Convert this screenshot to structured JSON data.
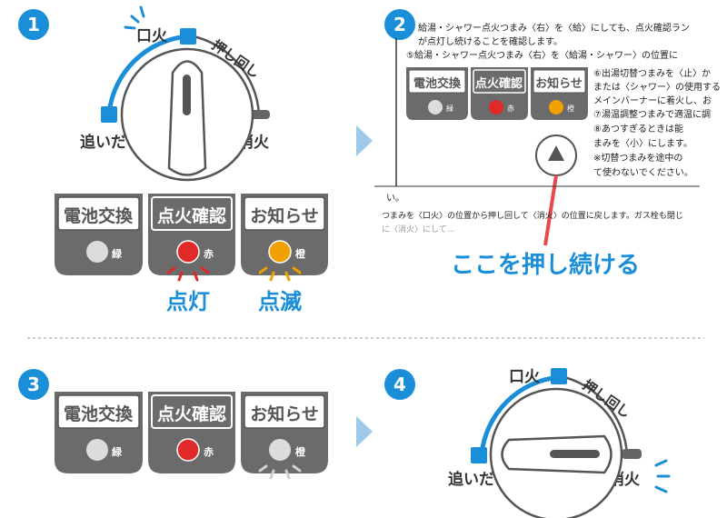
{
  "steps": {
    "s1": {
      "number": "1"
    },
    "s2": {
      "number": "2"
    },
    "s3": {
      "number": "3"
    },
    "s4": {
      "number": "4"
    }
  },
  "knob": {
    "label_top": "口火",
    "label_arc": "押し回し",
    "label_left": "追いだき",
    "label_right": "消火"
  },
  "panel": {
    "btn1": "電池交換",
    "btn2": "点火確認",
    "btn3": "お知らせ",
    "led1_color_text": "緑",
    "led2_color_text": "赤",
    "led3_color_text": "橙"
  },
  "status": {
    "lit": "点灯",
    "blink": "点滅"
  },
  "manual": {
    "line1": "給湯・シャワー点火つまみ〈右〉を〈給〉にしても、点火確認ラン",
    "line2": "が点灯し続けることを確認します。",
    "line3": "⑤給湯・シャワー点火つまみ〈右〉を〈給湯・シャワー〉の位置に",
    "r1": "⑥出湯切替つまみを〈止〉か",
    "r2": "または〈シャワー〉の使用する",
    "r3": "メインバーナーに着火し、お",
    "r4": "⑦湯温調整つまみで適温に調",
    "r5": "⑧あつすぎるときは能",
    "r6": "まみを〈小〉にします。",
    "r7": "※切替つまみを途中の",
    "r8": "て使わないでください。",
    "b0": "い。",
    "b1": "つまみを〈口火〉の位置から押し回して〈消火〉の位置に戻します。ガス栓も閉じ",
    "b2": "に〈消火〉にして..."
  },
  "callout": "ここを押し続ける",
  "colors": {
    "blue": "#1a8fd8",
    "gray": "#666666",
    "red": "#e02a2a",
    "orange": "#f0a000",
    "green_led": "#dcdcdc",
    "arrow": "#9ec9e8"
  }
}
